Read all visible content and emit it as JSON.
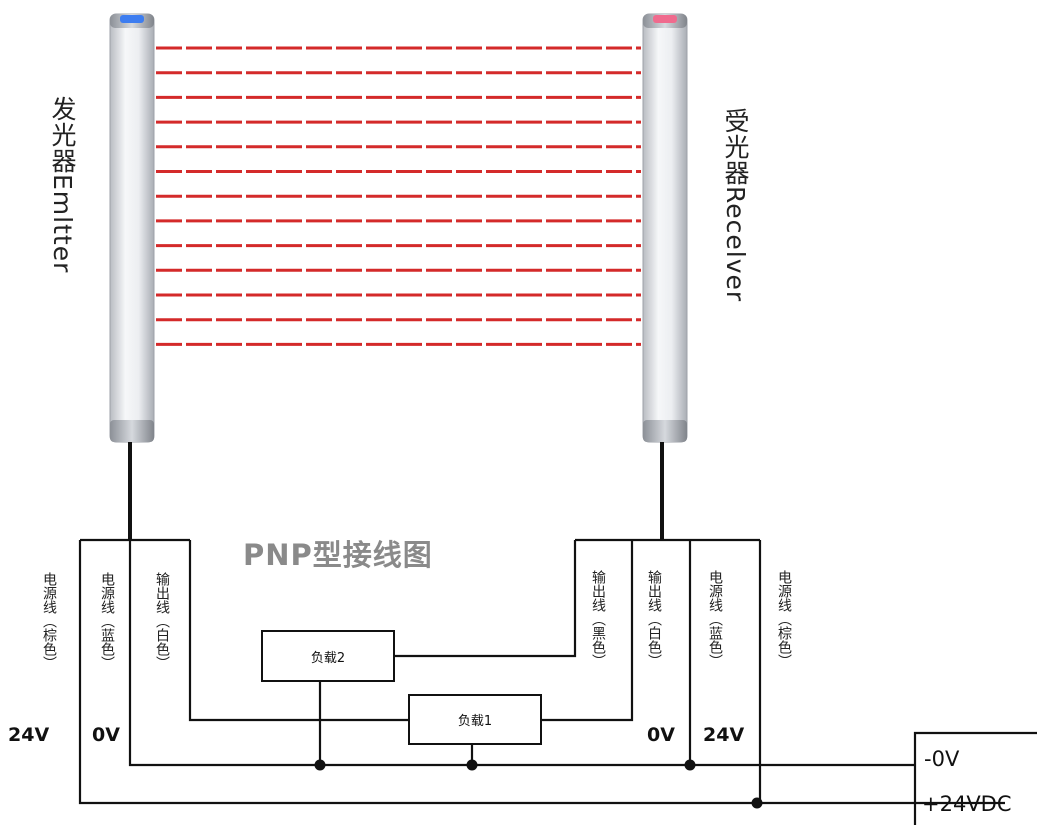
{
  "diagram": {
    "title": "PNP型接线图",
    "emitter_label": "发光器Emltter",
    "receiver_label": "受光器Recelver",
    "loads": {
      "load1": "负载1",
      "load2": "负载2"
    },
    "left_wires": [
      {
        "label": "电源线（棕色）"
      },
      {
        "label": "电源线（蓝色）"
      },
      {
        "label": "输出线（白色）"
      }
    ],
    "right_wires": [
      {
        "label": "输出线（黑色）"
      },
      {
        "label": "输出线（白色）"
      },
      {
        "label": "电源线（蓝色）"
      },
      {
        "label": "电源线（棕色）"
      }
    ],
    "voltages": {
      "left_24v": "24V",
      "left_0v": "0V",
      "right_0v": "0V",
      "right_24v": "24V"
    },
    "terminals": {
      "zero": "-0V",
      "plus": "+24VDC"
    },
    "beam_color": "#d42a2a",
    "wire_color": "#111111",
    "emitter_led_color": "#3d7df0",
    "receiver_led_color": "#f06b8e",
    "beam_count": 13
  }
}
